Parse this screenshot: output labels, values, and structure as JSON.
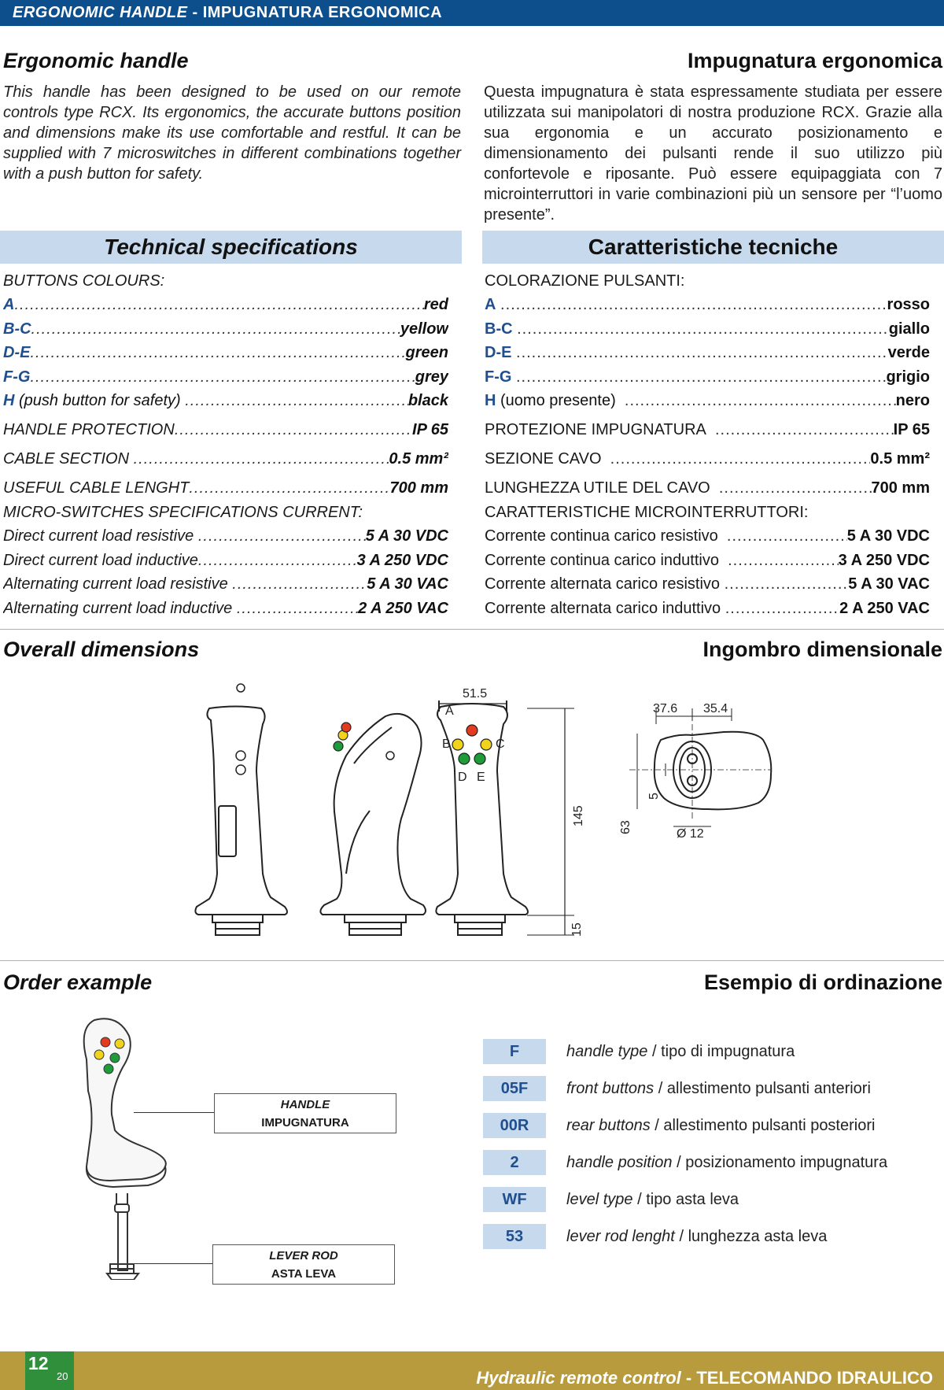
{
  "header": {
    "title_en": "ERGONOMIC HANDLE",
    "separator": "-",
    "title_it": "IMPUGNATURA ERGONOMICA"
  },
  "intro": {
    "heading_en": "Ergonomic handle",
    "heading_it": "Impugnatura ergonomica",
    "text_en": "This handle has been designed to be used on our remote controls type RCX. Its ergonomics, the accurate buttons position and dimensions make its use comfortable and restful. It can be supplied with 7 microswitches in different combinations together with a push button for safety.",
    "text_it": "Questa impugnatura è stata espressamente studiata per essere utilizzata sui manipolatori di nostra produzione RCX. Grazie alla sua ergonomia e un accurato posizionamento e dimensionamento dei pulsanti rende il suo utilizzo più confortevole e riposante. Può essere equipaggiata con 7 microinterruttori in varie combinazioni più un sensore per “l’uomo presente”."
  },
  "specs": {
    "heading_en": "Technical specifications",
    "heading_it": "Caratteristiche tecniche",
    "buttons_colours_en": "BUTTONS COLOURS:",
    "buttons_colours_it": "COLORAZIONE PULSANTI:",
    "colours": [
      {
        "key": "A",
        "en": "red",
        "it": "rosso"
      },
      {
        "key": "B-C",
        "en": "yellow",
        "it": "giallo"
      },
      {
        "key": "D-E",
        "en": "green",
        "it": "verde"
      },
      {
        "key": "F-G",
        "en": "grey",
        "it": "grigio"
      },
      {
        "key": "H",
        "note_en": "(push button for safety)",
        "note_it": "(uomo presente)",
        "en": "black",
        "it": "nero"
      }
    ],
    "handle_protection": {
      "en": "HANDLE PROTECTION",
      "it": "PROTEZIONE IMPUGNATURA",
      "value": "IP 65"
    },
    "cable_section": {
      "en": "CABLE SECTION",
      "it": "SEZIONE CAVO",
      "value": "0.5 mm²"
    },
    "cable_length": {
      "en": "USEFUL CABLE LENGHT",
      "it": "LUNGHEZZA UTILE DEL CAVO",
      "value": "700 mm"
    },
    "micro_heading_en": "MICRO-SWITCHES SPECIFICATIONS CURRENT:",
    "micro_heading_it": "CARATTERISTICHE MICROINTERRUTTORI:",
    "micro": [
      {
        "en": "Direct current load resistive",
        "it": "Corrente continua carico resistivo",
        "value": "5 A 30 VDC"
      },
      {
        "en": "Direct current load inductive",
        "it": "Corrente continua carico induttivo",
        "value": "3 A 250 VDC"
      },
      {
        "en": "Alternating current load resistive",
        "it": "Corrente alternata carico resistivo",
        "value": "5 A 30 VAC"
      },
      {
        "en": "Alternating current load inductive",
        "it": "Corrente alternata carico induttivo",
        "value": "2 A 250 VAC"
      }
    ]
  },
  "dimensions": {
    "heading_en": "Overall dimensions",
    "heading_it": "Ingombro dimensionale",
    "labels": {
      "width": "51.5",
      "height": "145",
      "base": "15",
      "depth": "63",
      "w1": "37.6",
      "w2": "35.4",
      "small": "5",
      "diameter": "Ø 12",
      "btn_a": "A",
      "btn_b": "B",
      "btn_c": "C",
      "btn_d": "D",
      "btn_e": "E"
    }
  },
  "order": {
    "heading_en": "Order example",
    "heading_it": "Esempio di ordinazione",
    "callout_handle_en": "HANDLE",
    "callout_handle_it": "IMPUGNATURA",
    "callout_rod_en": "LEVER ROD",
    "callout_rod_it": "ASTA LEVA",
    "rows": [
      {
        "code": "F",
        "en": "handle type",
        "it": "tipo di impugnatura"
      },
      {
        "code": "05F",
        "en": "front buttons",
        "it": "allestimento pulsanti anteriori"
      },
      {
        "code": "00R",
        "en": "rear buttons",
        "it": "allestimento pulsanti posteriori"
      },
      {
        "code": "2",
        "en": "handle position",
        "it": "posizionamento impugnatura"
      },
      {
        "code": "WF",
        "en": "level type",
        "it": "tipo asta leva"
      },
      {
        "code": "53",
        "en": "lever rod lenght",
        "it": "lunghezza asta leva"
      }
    ],
    "slash": "/"
  },
  "footer": {
    "page": "12",
    "subpage": "20",
    "title_en": "Hydraulic remote control",
    "separator": "-",
    "title_it": "TELECOMANDO IDRAULICO"
  },
  "colors": {
    "header_blue": "#0c4f8c",
    "spec_band": "#c7d9ec",
    "footer_gold": "#b79b3c",
    "page_green": "#2f8f3a",
    "btn_red": "#e23b1f",
    "btn_yellow": "#f2d31b",
    "btn_green": "#1f9c3a"
  }
}
